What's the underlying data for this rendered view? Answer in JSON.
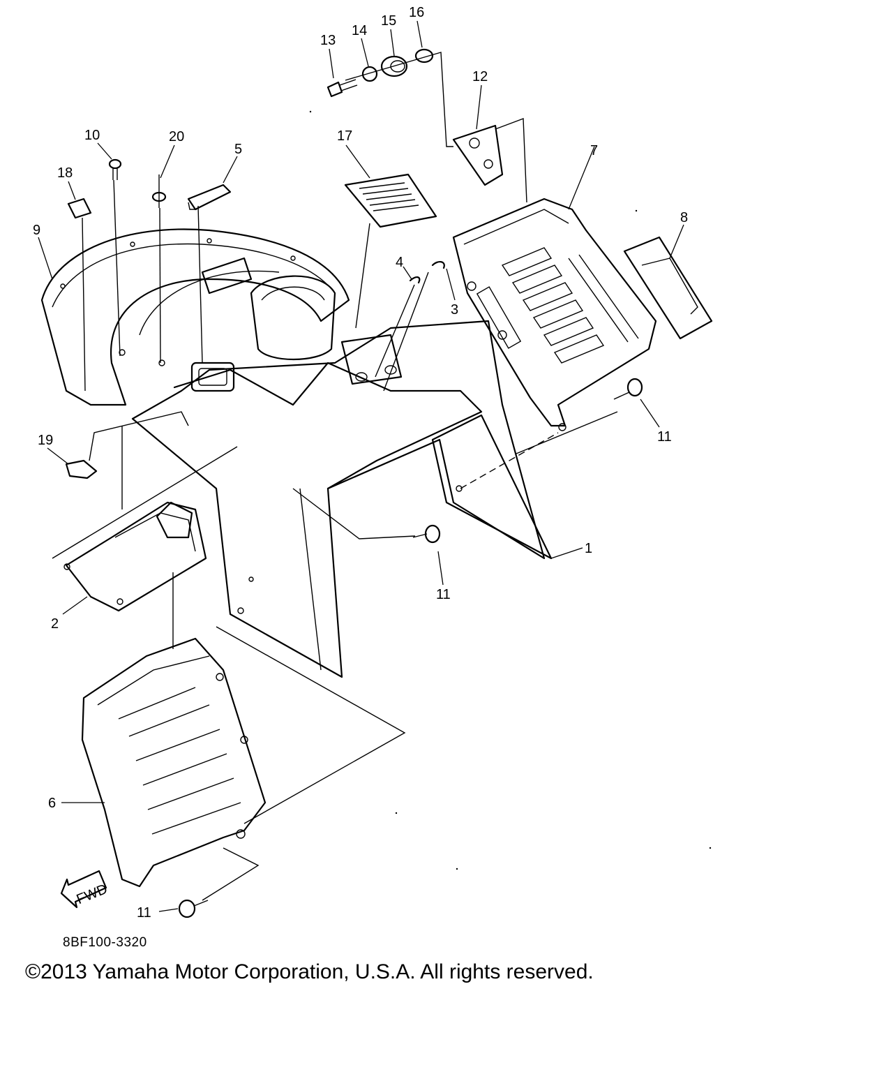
{
  "diagram": {
    "callouts": {
      "c1": "1",
      "c2": "2",
      "c3": "3",
      "c4": "4",
      "c5": "5",
      "c6": "6",
      "c7": "7",
      "c8": "8",
      "c9": "9",
      "c10": "10",
      "c11a": "11",
      "c11b": "11",
      "c11c": "11",
      "c12": "12",
      "c13": "13",
      "c14": "14",
      "c15": "15",
      "c16": "16",
      "c17": "17",
      "c18": "18",
      "c19": "19",
      "c20": "20"
    },
    "fwd_label": "FWD",
    "part_code": "8BF100-3320",
    "copyright": "©2013 Yamaha Motor Corporation, U.S.A. All rights reserved."
  }
}
